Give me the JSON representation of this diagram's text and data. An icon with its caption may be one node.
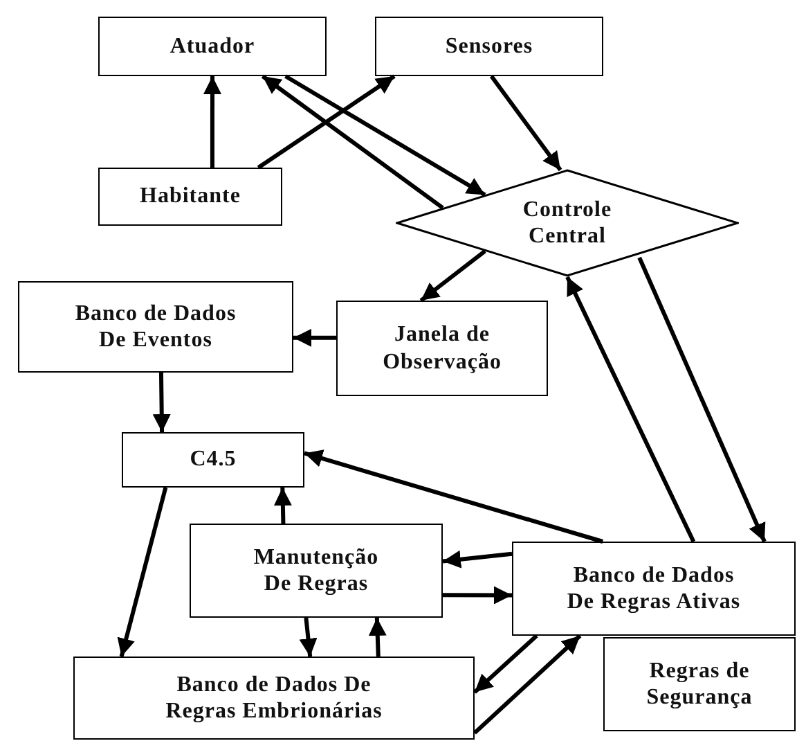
{
  "diagram": {
    "nodes": [
      {
        "text": [
          "Atuador"
        ]
      },
      {
        "text": [
          "Sensores"
        ]
      },
      {
        "text": [
          "Habitante"
        ]
      },
      {
        "text": [
          "Controle Central"
        ]
      },
      {
        "text": [
          "Banco de Dados De Eventos"
        ]
      },
      {
        "text": [
          "Janela de Observação"
        ]
      },
      {
        "text": [
          "C4.5"
        ]
      },
      {
        "text": [
          "Manutenção De Regras"
        ]
      },
      {
        "text": [
          "Banco de Dados De Regras Ativas"
        ]
      },
      {
        "text": [
          "Regras de Segurança"
        ]
      },
      {
        "text": [
          "Banco de Dados De Regras Embrionárias"
        ]
      }
    ],
    "edges": [
      {
        "from": 2,
        "to": 0,
        "arrow": "to"
      },
      {
        "from": 2,
        "to": 1,
        "arrow": "to"
      },
      {
        "from": 3,
        "to": 0,
        "arrow": "to"
      },
      {
        "from": 0,
        "to": 3,
        "arrow": "to"
      },
      {
        "from": 1,
        "to": 3,
        "arrow": "to"
      },
      {
        "from": 3,
        "to": 5,
        "arrow": "to"
      },
      {
        "from": 5,
        "to": 4,
        "arrow": "to"
      },
      {
        "from": 4,
        "to": 6,
        "arrow": "to"
      },
      {
        "from": 8,
        "to": 6,
        "arrow": "to"
      },
      {
        "from": 8,
        "to": 3,
        "arrow": "to"
      },
      {
        "from": 3,
        "to": 8,
        "arrow": "to"
      },
      {
        "from": 7,
        "to": 6,
        "arrow": "to"
      },
      {
        "from": 6,
        "to": 10,
        "arrow": "to"
      },
      {
        "from": 8,
        "to": 7,
        "arrow": "to"
      },
      {
        "from": 7,
        "to": 8,
        "arrow": "to"
      },
      {
        "from": 7,
        "to": 10,
        "arrow": "to"
      },
      {
        "from": 10,
        "to": 7,
        "arrow": "to"
      },
      {
        "from": 8,
        "to": 10,
        "arrow": "to"
      },
      {
        "from": 10,
        "to": 8,
        "arrow": "to"
      }
    ]
  }
}
